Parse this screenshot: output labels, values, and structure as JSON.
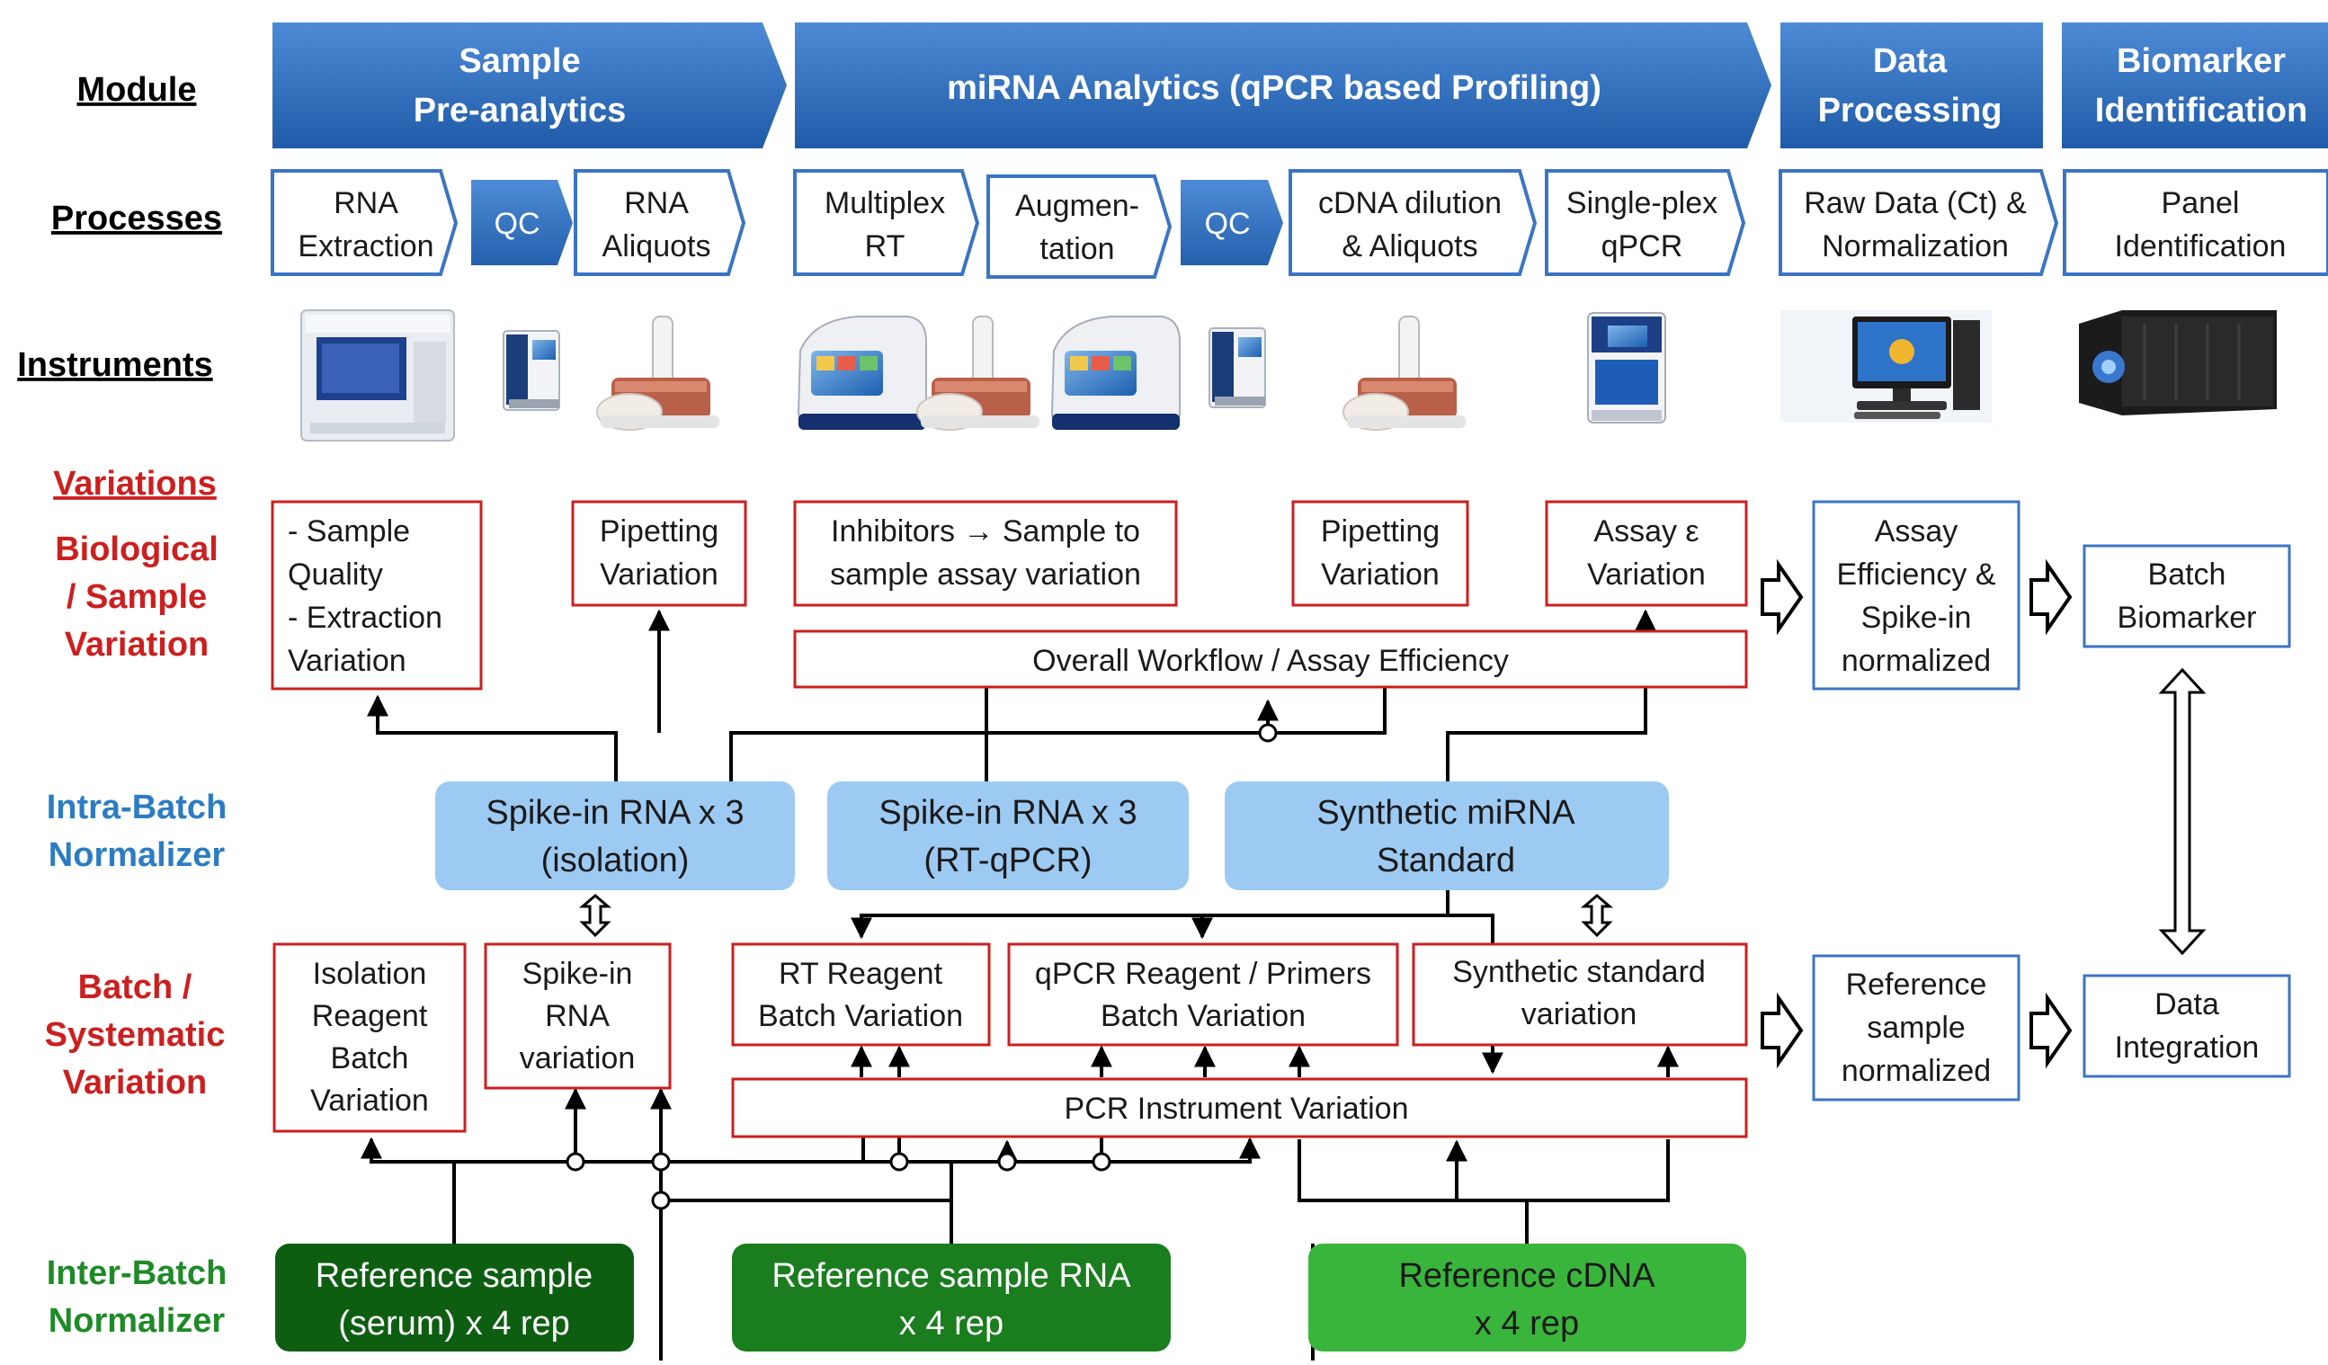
{
  "row_labels": {
    "module": "Module",
    "processes": "Processes",
    "instruments": "Instruments",
    "variations": "Variations",
    "biological": [
      "Biological",
      "/ Sample",
      "Variation"
    ],
    "intra_batch": [
      "Intra-Batch",
      "Normalizer"
    ],
    "batch": [
      "Batch /",
      "Systematic",
      "Variation"
    ],
    "inter_batch": [
      "Inter-Batch",
      "Normalizer"
    ]
  },
  "modules": [
    [
      "Sample",
      "Pre-analytics"
    ],
    [
      "miRNA Analytics (qPCR based Profiling)"
    ],
    [
      "Data",
      "Processing"
    ],
    [
      "Biomarker",
      "Identification"
    ]
  ],
  "processes": [
    [
      "RNA",
      "Extraction"
    ],
    [
      "QC"
    ],
    [
      "RNA",
      "Aliquots"
    ],
    [
      "Multiplex",
      "RT"
    ],
    [
      "Augmen-",
      "tation"
    ],
    [
      "QC"
    ],
    [
      "cDNA dilution",
      "& Aliquots"
    ],
    [
      "Single-plex",
      "qPCR"
    ],
    [
      "Raw Data (Ct) &",
      "Normalization"
    ],
    [
      "Panel",
      "Identification"
    ]
  ],
  "instruments": [
    "extraction-robot",
    "qc-instrument",
    "pipette",
    "pcr-cycler",
    "pipette",
    "pcr-cycler",
    "qc-instrument",
    "pipette",
    "qpcr-instrument",
    "computer",
    "ibm-server"
  ],
  "biological_variations": [
    [
      "- Sample",
      "Quality",
      "- Extraction",
      "Variation"
    ],
    [
      "Pipetting",
      "Variation"
    ],
    [
      "Inhibitors → Sample to",
      "sample assay variation"
    ],
    [
      "Pipetting",
      "Variation"
    ],
    [
      "Assay ε",
      "Variation"
    ]
  ],
  "overall_workflow": "Overall Workflow / Assay Efficiency",
  "intra_batch_normalizers": [
    [
      "Spike-in RNA x 3",
      "(isolation)"
    ],
    [
      "Spike-in RNA x 3",
      "(RT-qPCR)"
    ],
    [
      "Synthetic miRNA",
      "Standard"
    ]
  ],
  "batch_variations": [
    [
      "Isolation",
      "Reagent",
      "Batch",
      "Variation"
    ],
    [
      "Spike-in",
      "RNA",
      "variation"
    ],
    [
      "RT Reagent",
      "Batch Variation"
    ],
    [
      "qPCR Reagent / Primers",
      "Batch Variation"
    ],
    [
      "Synthetic standard",
      "variation"
    ]
  ],
  "pcr_instrument": "PCR Instrument Variation",
  "inter_batch_normalizers": [
    [
      "Reference  sample",
      "(serum) x 4 rep"
    ],
    [
      "Reference  sample RNA",
      "x 4 rep"
    ],
    [
      "Reference  cDNA",
      "x 4 rep"
    ]
  ],
  "outcomes": {
    "assay_efficiency": [
      "Assay",
      "Efficiency &",
      "Spike-in",
      "normalized"
    ],
    "batch_biomarker": [
      "Batch",
      "Biomarker"
    ],
    "reference_sample": [
      "Reference",
      "sample",
      "normalized"
    ],
    "data_integration": [
      "Data",
      "Integration"
    ]
  },
  "colors": {
    "module_blue": "#2e6fbd",
    "process_border": "#3b74c4",
    "variation_red": "#cc1f1f",
    "normalizer_blue": "#9dcaf2",
    "intra_label_blue": "#2b7cc4",
    "inter_label_green": "#1f8a28",
    "green_dark": "#0e5e12",
    "green_mid": "#1a7d1e",
    "green_light": "#3ab53c"
  }
}
